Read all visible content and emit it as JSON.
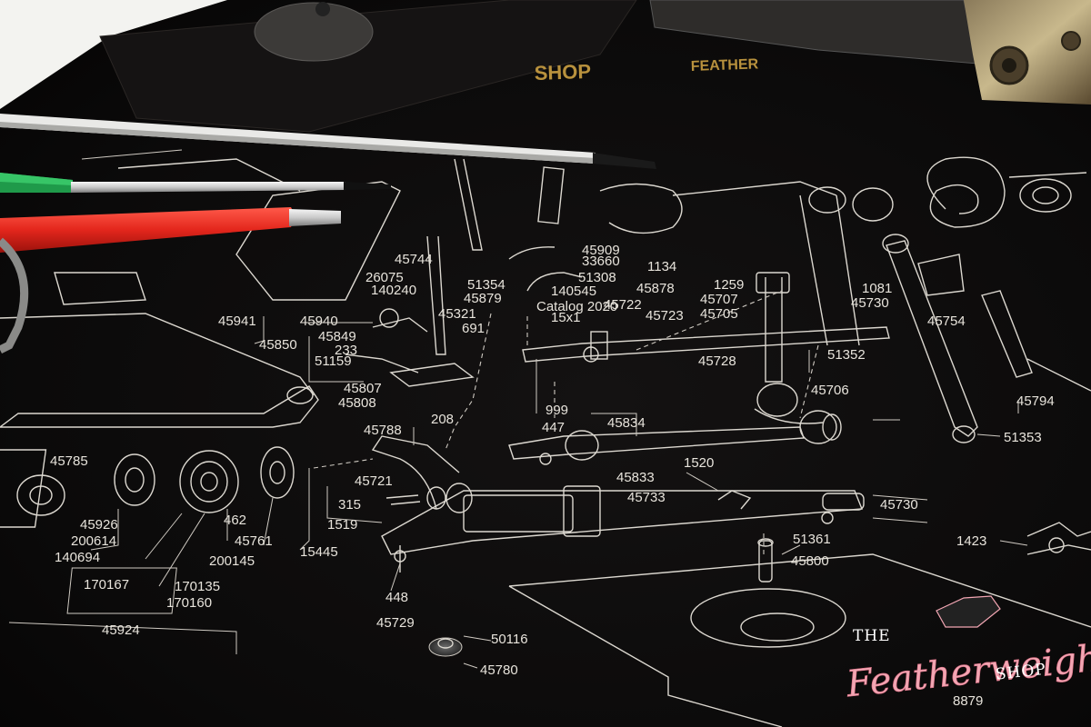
{
  "photo": {
    "subject": "Singer Featherweight parts diagram mat with screwdrivers",
    "background_color": "#0b0a0a",
    "line_color": "#dcd8d0"
  },
  "top_book_text": [
    "SHOP",
    "FEATHER"
  ],
  "diagram_labels": {
    "catalog_note": "Catalog 2020",
    "needle_note": "15x1",
    "part_numbers": [
      "45785",
      "45926",
      "200614",
      "140694",
      "170167",
      "170135",
      "170160",
      "45924",
      "462",
      "45761",
      "200145",
      "15445",
      "315",
      "1519",
      "45721",
      "45788",
      "208",
      "448",
      "45729",
      "45733",
      "45833",
      "447",
      "45834",
      "999",
      "1520",
      "45730",
      "51361",
      "45800",
      "1423",
      "50116",
      "45780",
      "8879",
      "45941",
      "45940",
      "45850",
      "45849",
      "233",
      "51159",
      "45807",
      "45808",
      "45321",
      "691",
      "51354",
      "45879",
      "140545",
      "51308",
      "45722",
      "45723",
      "45878",
      "45909",
      "33660",
      "1134",
      "1259",
      "45707",
      "45705",
      "45728",
      "51352",
      "45706",
      "45794",
      "51353",
      "45754",
      "45730",
      "1081",
      "45744",
      "26075",
      "140240"
    ]
  },
  "logo": {
    "the": "THE",
    "script": "Featherweight",
    "shop": "SHOP",
    "colors": {
      "script": "#f2a6b3",
      "outline": "#d86c82",
      "caps": "#ffffff"
    }
  }
}
